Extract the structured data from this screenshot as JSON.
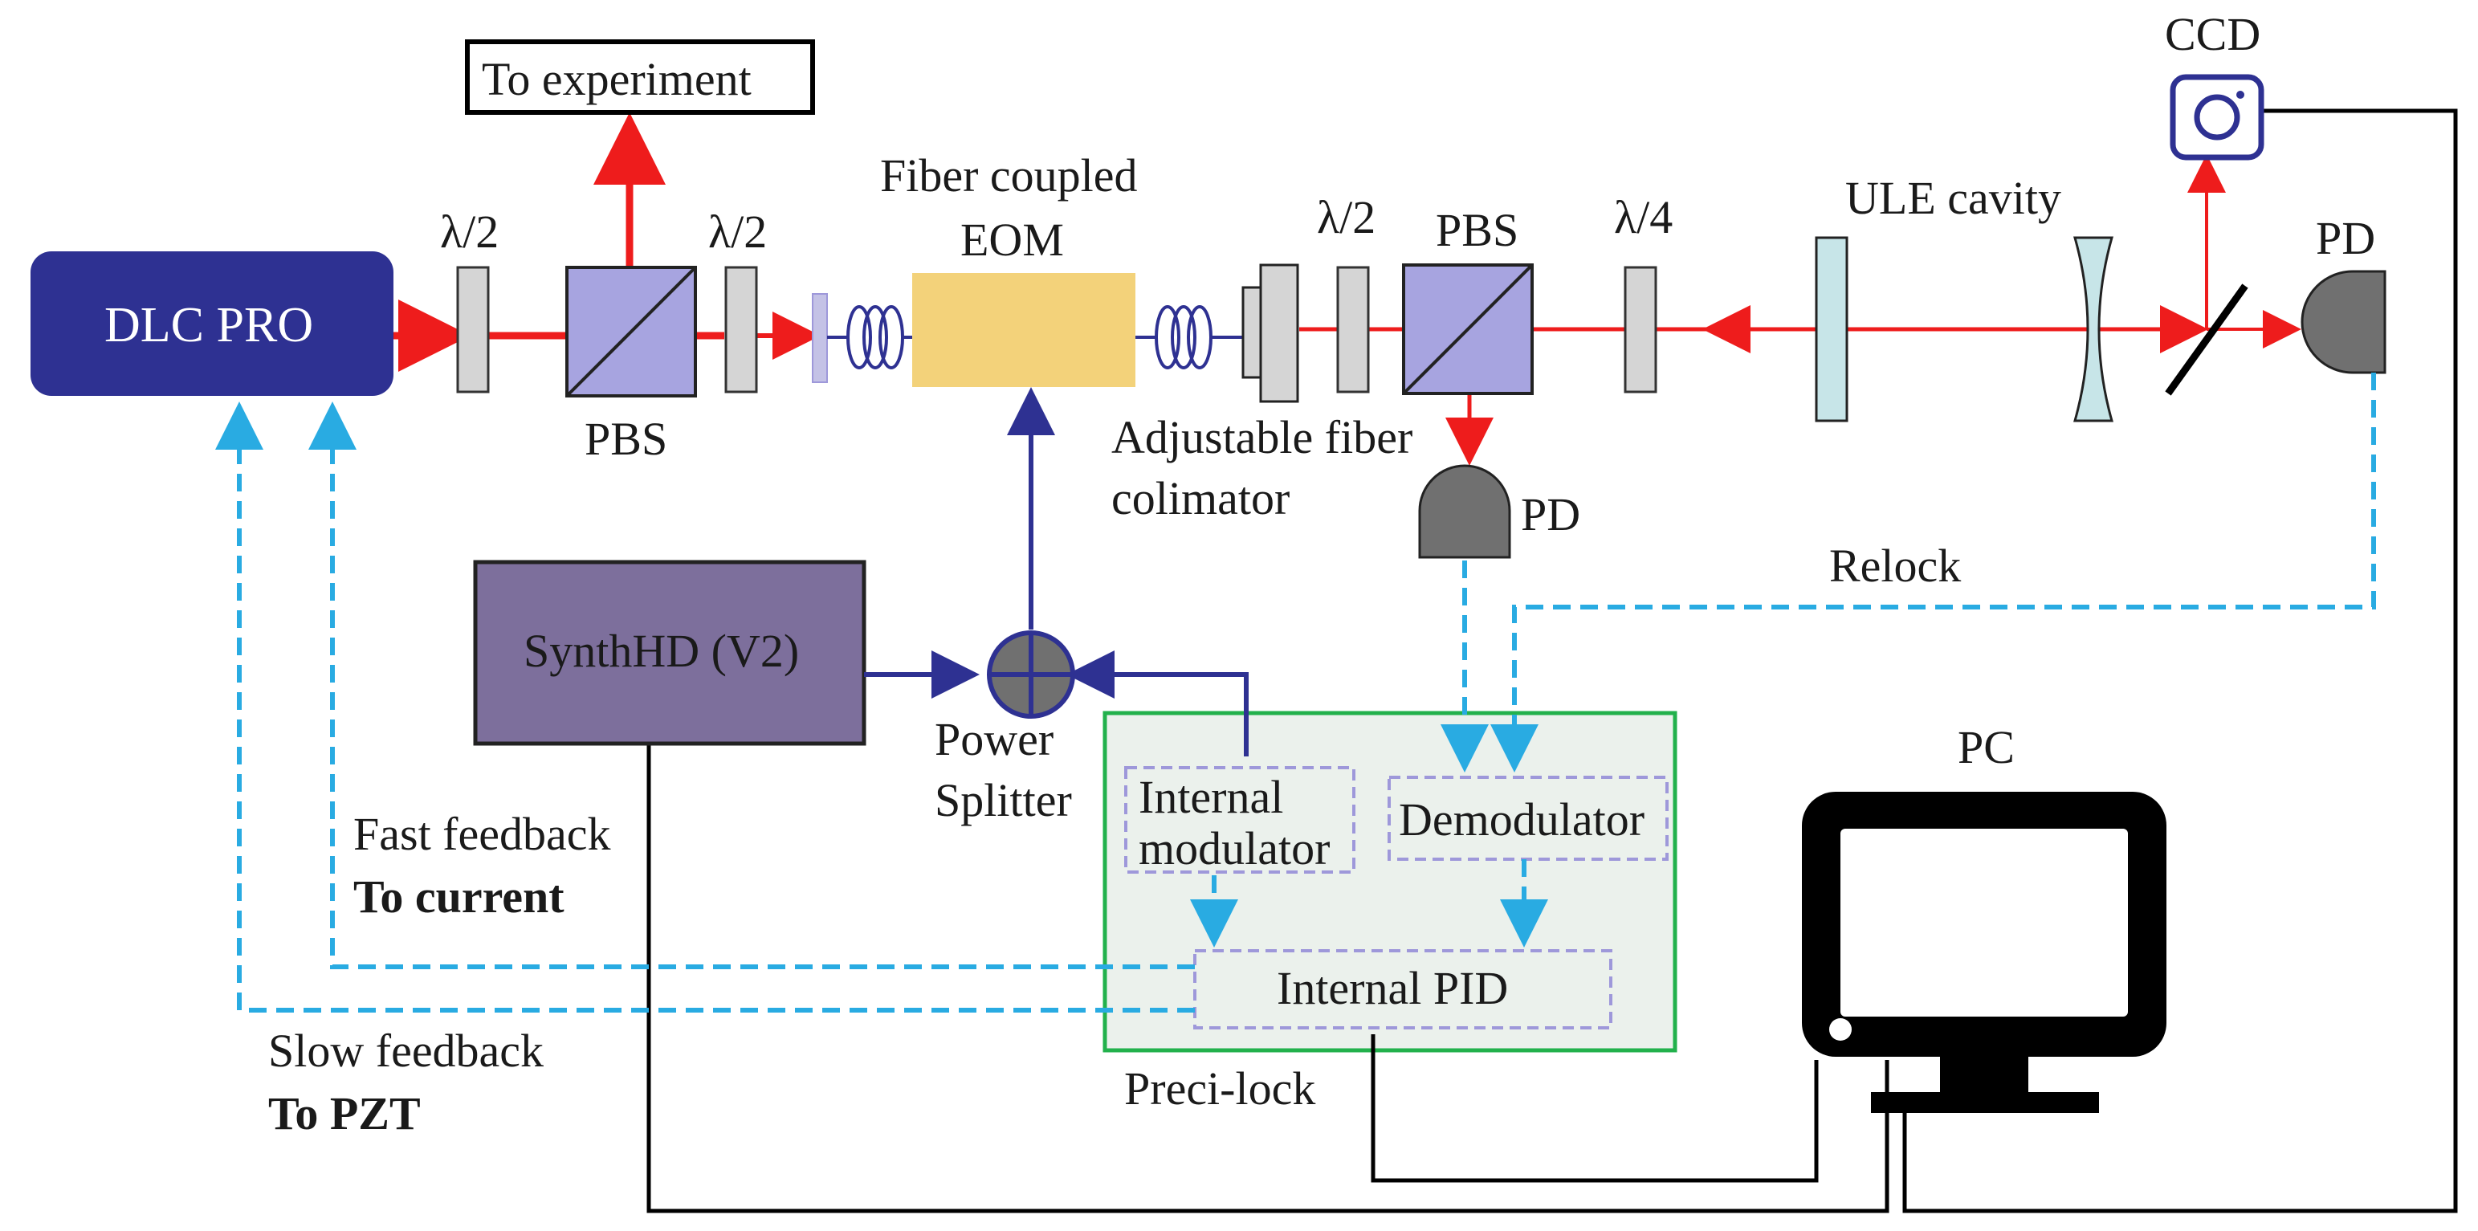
{
  "colors": {
    "beam": "#ee1c1c",
    "rf_line": "#2e3192",
    "feedback": "#29abe2",
    "cable": "#000000",
    "laser_box": "#2e3192",
    "synth_box": "#7d6f9c",
    "preci_lock_fill": "#ebf1ec",
    "preci_lock_border": "#22b14c",
    "eom_fill": "#f3d27a",
    "pbs_fill": "#a7a4e0",
    "ule_fill": "#c7e5e8",
    "pd_fill": "#707070",
    "waveplate_fill": "#d5d5d5",
    "inner_box_border": "#9e98da"
  },
  "components": {
    "laser": "DLC  PRO",
    "to_experiment": "To experiment",
    "hwp_1": "λ/2",
    "hwp_2": "λ/2",
    "hwp_3": "λ/2",
    "qwp": "λ/4",
    "pbs_1": "PBS",
    "pbs_2": "PBS",
    "eom_line1": "Fiber coupled",
    "eom_line2": "EOM",
    "collimator_line1": "Adjustable fiber",
    "collimator_line2": "colimator",
    "ule_cavity": "ULE cavity",
    "ccd": "CCD",
    "pd_transmission": "PD",
    "pd_reflection": "PD",
    "synth": "SynthHD (V2)",
    "power_splitter_line1": "Power",
    "power_splitter_line2": "Splitter",
    "internal_modulator_line1": "Internal",
    "internal_modulator_line2": "modulator",
    "demodulator": "Demodulator",
    "internal_pid": "Internal PID",
    "preci_lock": "Preci-lock",
    "pc": "PC"
  },
  "signals": {
    "relock": "Relock",
    "fast_feedback": "Fast feedback",
    "fast_target": "To current",
    "slow_feedback": "Slow feedback",
    "slow_target": "To PZT"
  }
}
